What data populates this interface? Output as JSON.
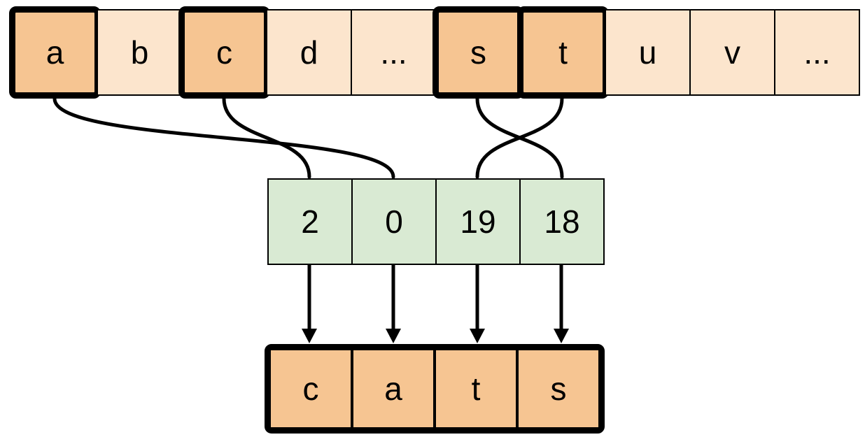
{
  "alphabet_row": {
    "cells": [
      {
        "label": "a",
        "highlighted": true
      },
      {
        "label": "b",
        "highlighted": false
      },
      {
        "label": "c",
        "highlighted": true
      },
      {
        "label": "d",
        "highlighted": false
      },
      {
        "label": "...",
        "highlighted": false
      },
      {
        "label": "s",
        "highlighted": true
      },
      {
        "label": "t",
        "highlighted": true
      },
      {
        "label": "u",
        "highlighted": false
      },
      {
        "label": "v",
        "highlighted": false
      },
      {
        "label": "...",
        "highlighted": false
      }
    ]
  },
  "index_row": {
    "cells": [
      {
        "label": "2"
      },
      {
        "label": "0"
      },
      {
        "label": "19"
      },
      {
        "label": "18"
      }
    ]
  },
  "output_row": {
    "cells": [
      {
        "label": "c"
      },
      {
        "label": "a"
      },
      {
        "label": "t"
      },
      {
        "label": "s"
      }
    ]
  },
  "connections": {
    "curves": [
      {
        "from": "a",
        "to": "0"
      },
      {
        "from": "c",
        "to": "2"
      },
      {
        "from": "s",
        "to": "18"
      },
      {
        "from": "t",
        "to": "19"
      }
    ],
    "arrows": [
      {
        "from": "2",
        "to": "c"
      },
      {
        "from": "0",
        "to": "a"
      },
      {
        "from": "19",
        "to": "t"
      },
      {
        "from": "18",
        "to": "s"
      }
    ]
  },
  "colors": {
    "cell_light": "#fce5cd",
    "cell_highlight": "#f6c592",
    "cell_index": "#d9ead3",
    "stroke": "#000000"
  }
}
